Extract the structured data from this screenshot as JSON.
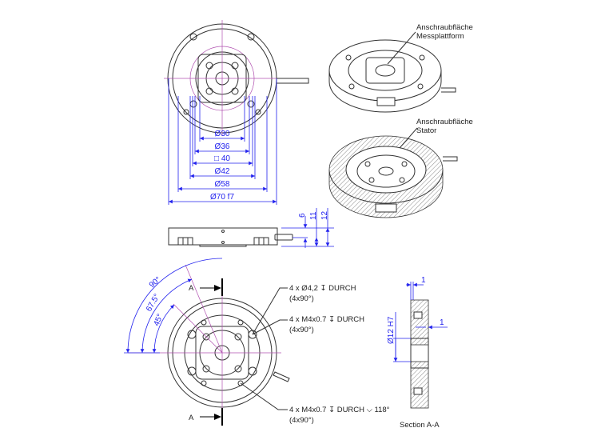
{
  "top_view": {
    "dimensions": [
      "Ø30",
      "Ø36",
      "□ 40",
      "Ø42",
      "Ø58",
      "Ø70 f7"
    ]
  },
  "side_view": {
    "dimensions": [
      "6",
      "11",
      "12"
    ]
  },
  "iso_views": {
    "label_top": [
      "Anschraubfläche",
      "Messplattform"
    ],
    "label_bottom": [
      "Anschraubfläche",
      "Stator"
    ]
  },
  "bottom_view": {
    "angles": [
      "90°",
      "67.5°",
      "45°"
    ],
    "section_marker": "A",
    "callouts": [
      {
        "line1": "4 x Ø4,2 ↧ DURCH",
        "line2": "(4x90°)"
      },
      {
        "line1": "4 x M4x0.7 ↧ DURCH",
        "line2": "(4x90°)"
      },
      {
        "line1": "4 x M4x0.7 ↧ DURCH ⌵ 118°",
        "line2": "(4x90°)"
      }
    ]
  },
  "section": {
    "title": "Section A-A",
    "dims": [
      "1",
      "1",
      "Ø12 H7"
    ]
  },
  "colors": {
    "dimension": "#2222ee",
    "centerline": "#b050b0",
    "outline": "#333333"
  }
}
